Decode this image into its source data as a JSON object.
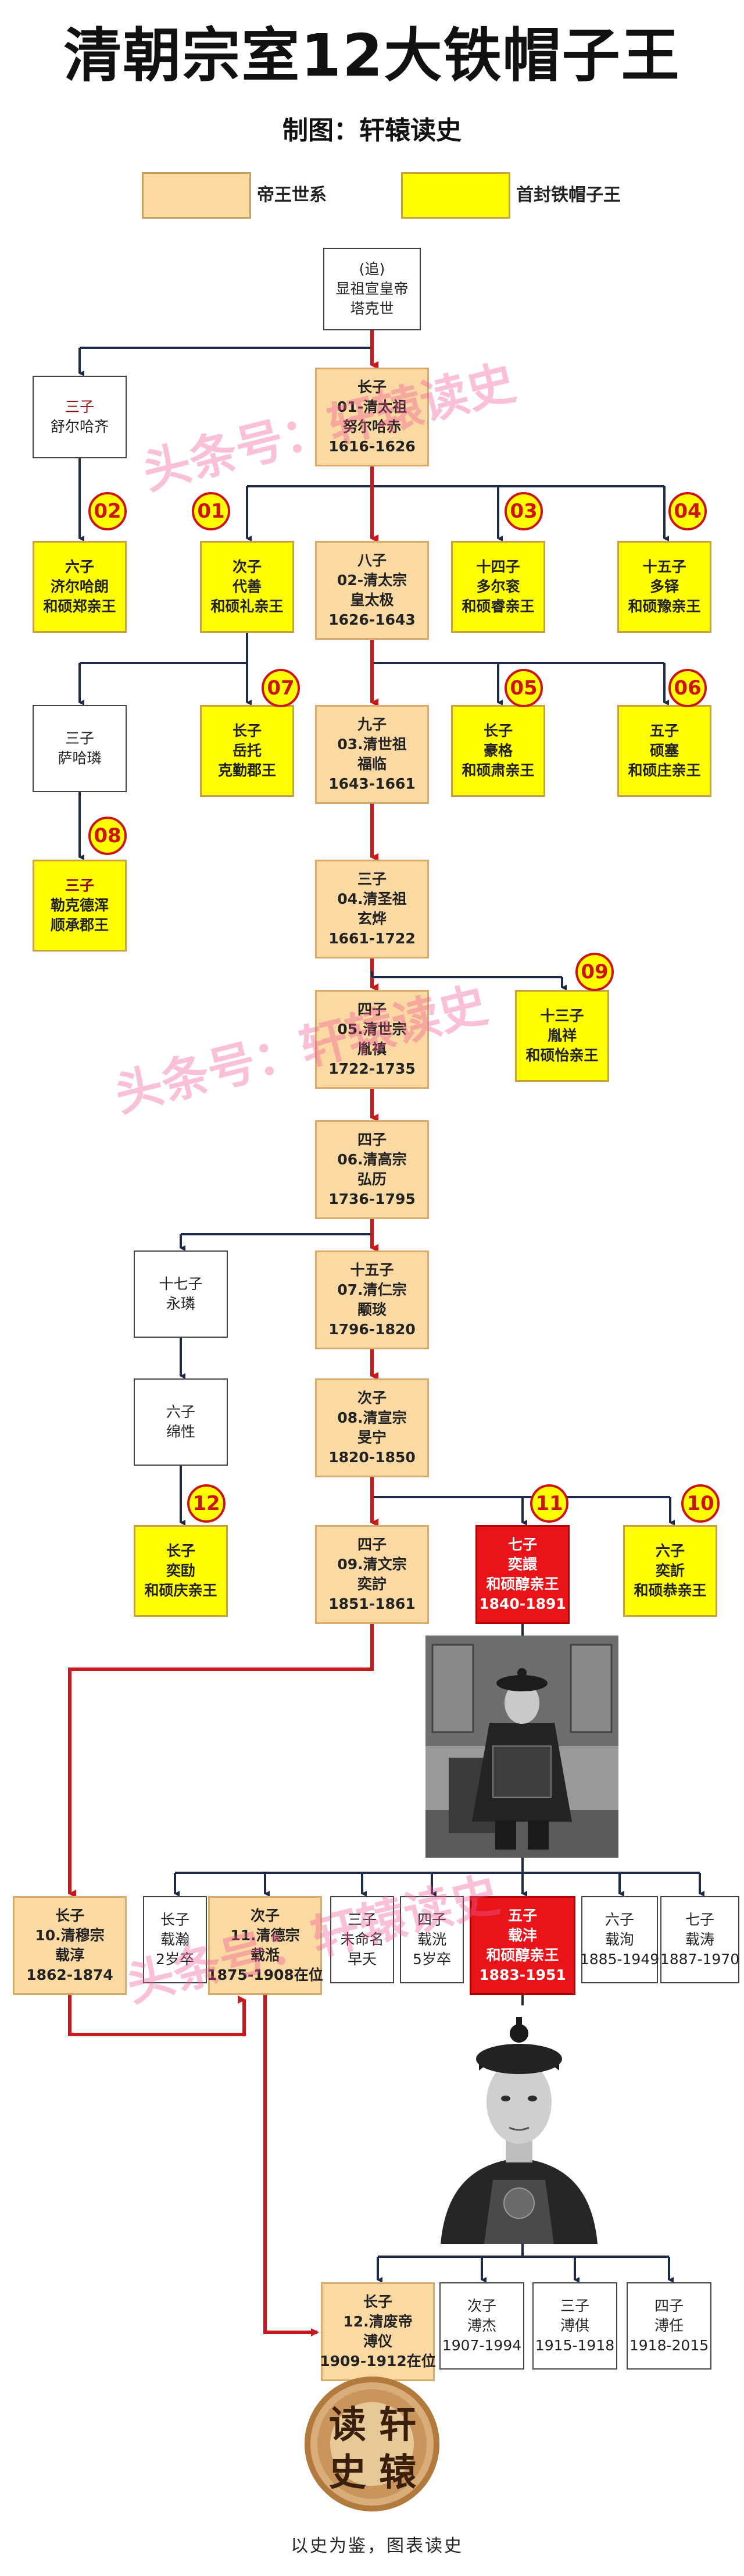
{
  "header": {
    "title": "清朝宗室12大铁帽子王",
    "subtitle": "制图：轩辕读史"
  },
  "legend": {
    "emperor": "帝王世系",
    "first_tiara": "首封铁帽子王"
  },
  "watermark": "头条号：轩辕读史",
  "people": {
    "taksi": [
      "(追)",
      "显祖宣皇帝",
      "塔克世"
    ],
    "shurhaci": [
      "三子",
      "舒尔哈齐"
    ],
    "nurhaci": [
      "长子",
      "01-清太祖",
      "努尔哈赤",
      "1616-1626"
    ],
    "jirgalang": [
      "六子",
      "济尔哈朗",
      "和硕郑亲王"
    ],
    "daishan": [
      "次子",
      "代善",
      "和硕礼亲王"
    ],
    "hongtaiji": [
      "八子",
      "02-清太宗",
      "皇太极",
      "1626-1643"
    ],
    "dorgon": [
      "十四子",
      "多尔衮",
      "和硕睿亲王"
    ],
    "dodo": [
      "十五子",
      "多铎",
      "和硕豫亲王"
    ],
    "sahaliyan": [
      "三子",
      "萨哈璘"
    ],
    "yoto": [
      "长子",
      "岳托",
      "克勤郡王"
    ],
    "shunzhi": [
      "九子",
      "03.清世祖",
      "福临",
      "1643-1661"
    ],
    "hooge": [
      "长子",
      "豪格",
      "和硕肃亲王"
    ],
    "shose": [
      "五子",
      "硕塞",
      "和硕庄亲王"
    ],
    "lekdehun": [
      "三子",
      "勒克德浑",
      "顺承郡王"
    ],
    "kangxi": [
      "三子",
      "04.清圣祖",
      "玄烨",
      "1661-1722"
    ],
    "yongzheng": [
      "四子",
      "05.清世宗",
      "胤禛",
      "1722-1735"
    ],
    "yinxiang": [
      "十三子",
      "胤祥",
      "和硕怡亲王"
    ],
    "qianlong": [
      "四子",
      "06.清高宗",
      "弘历",
      "1736-1795"
    ],
    "yonglin": [
      "十七子",
      "永璘"
    ],
    "jiaqing": [
      "十五子",
      "07.清仁宗",
      "颙琰",
      "1796-1820"
    ],
    "mianxing": [
      "六子",
      "绵性"
    ],
    "daoguang": [
      "次子",
      "08.清宣宗",
      "旻宁",
      "1820-1850"
    ],
    "yikuang": [
      "长子",
      "奕劻",
      "和硕庆亲王"
    ],
    "xianfeng": [
      "四子",
      "09.清文宗",
      "奕詝",
      "1851-1861"
    ],
    "yixuan": [
      "七子",
      "奕譞",
      "和硕醇亲王",
      "1840-1891"
    ],
    "yixin": [
      "六子",
      "奕訢",
      "和硕恭亲王"
    ],
    "tongzhi": [
      "长子",
      "10.清穆宗",
      "载淳",
      "1862-1874"
    ],
    "zaihan": [
      "长子",
      "载瀚",
      "2岁卒"
    ],
    "guangxu": [
      "次子",
      "11.清德宗",
      "载湉",
      "1875-1908在位"
    ],
    "third_son": [
      "三子",
      "未命名",
      "早夭"
    ],
    "zaiguang": [
      "四子",
      "载洸",
      "5岁卒"
    ],
    "zaifeng": [
      "五子",
      "载沣",
      "和硕醇亲王",
      "1883-1951"
    ],
    "zaixun": [
      "六子",
      "载洵",
      "1885-1949"
    ],
    "zaitao": [
      "七子",
      "载涛",
      "1887-1970"
    ],
    "puyi": [
      "长子",
      "12.清废帝",
      "溥仪",
      "1909-1912在位"
    ],
    "pujie": [
      "次子",
      "溥杰",
      "1907-1994"
    ],
    "puqi": [
      "三子",
      "溥倛",
      "1915-1918"
    ],
    "puren": [
      "四子",
      "溥任",
      "1918-2015"
    ]
  },
  "badges": [
    "01",
    "02",
    "03",
    "04",
    "05",
    "06",
    "07",
    "08",
    "09",
    "10",
    "11",
    "12"
  ],
  "seal": {
    "chars": [
      "轩",
      "辕",
      "读",
      "史"
    ]
  },
  "footer": "以史为鉴，图表读史",
  "colors": {
    "emperor_fill": "#fbd9a3",
    "tiara_fill": "#ffff00",
    "chun_fill": "#e8141a",
    "succession_line": "#c8191e",
    "family_line": "#1e2a4a",
    "badge_ring": "#cc1414"
  }
}
